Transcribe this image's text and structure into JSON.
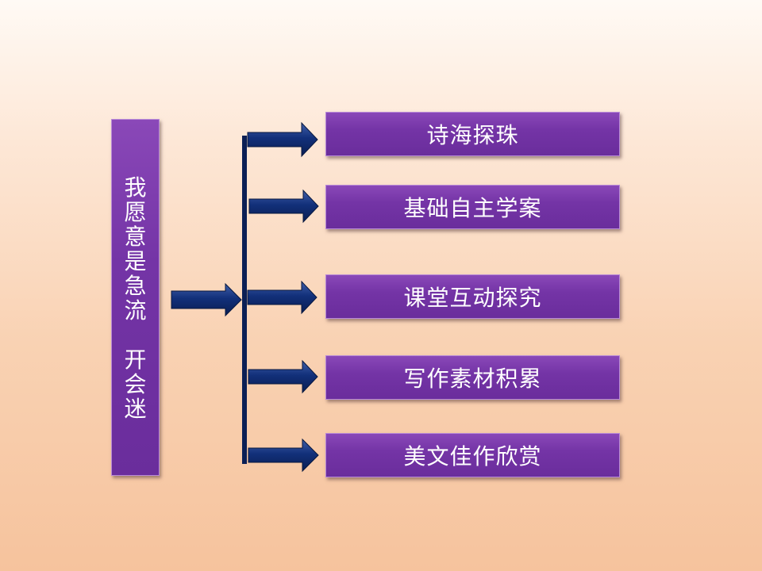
{
  "root": {
    "label": "我愿意是急流　开会迷",
    "column1": [
      "我",
      "愿",
      "意",
      "是",
      "急",
      "流"
    ],
    "column2": [
      "开",
      "会",
      "迷"
    ]
  },
  "branches": [
    {
      "label": "诗海探珠"
    },
    {
      "label": "基础自主学案"
    },
    {
      "label": "课堂互动探究"
    },
    {
      "label": "写作素材积累"
    },
    {
      "label": "美文佳作欣赏"
    }
  ],
  "colors": {
    "box_fill": "#7434a6",
    "arrow_fill": "#0f2a6b",
    "connector_line": "#0b1f55"
  }
}
